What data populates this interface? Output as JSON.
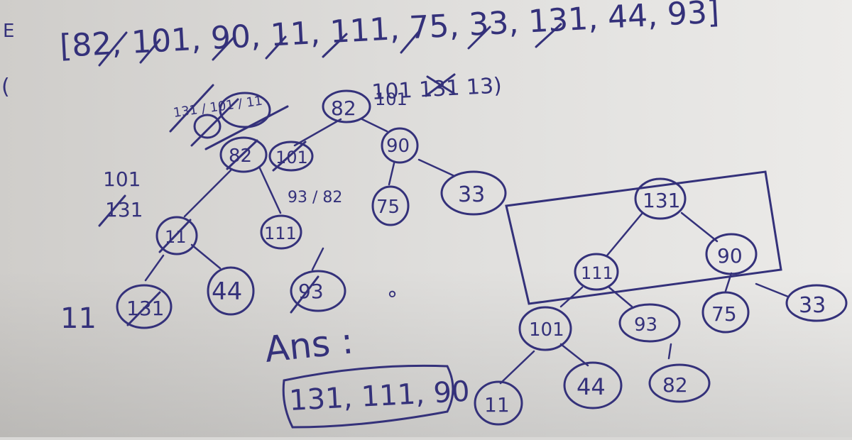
{
  "page": {
    "array_text": "[82, 101, 90, 11, 111, 75, 33, 131, 44, 93]",
    "extract_note": "101  131 13)",
    "side_note_1": "101",
    "side_note_2": "131",
    "side_note_3": "11",
    "tree1": {
      "root": "82",
      "root_scrawl": "131 / 101 / 11",
      "n_a": "82",
      "n_a_annot": "101",
      "n_b": "90",
      "n_c": "11",
      "n_d": "111",
      "n_d_annot": "93 / 82",
      "n_e": "75",
      "n_f": "33",
      "n_g": "131",
      "n_h": "44",
      "n_i": "93"
    },
    "tree2": {
      "root": "131",
      "left": "111",
      "right": "90",
      "ll": "101",
      "lr": "93",
      "rl": "75",
      "rr": "33",
      "lll": "11",
      "llr": "44",
      "lrl": "82"
    },
    "answer": {
      "label": "Ans :",
      "value": "131, 111, 90"
    }
  }
}
